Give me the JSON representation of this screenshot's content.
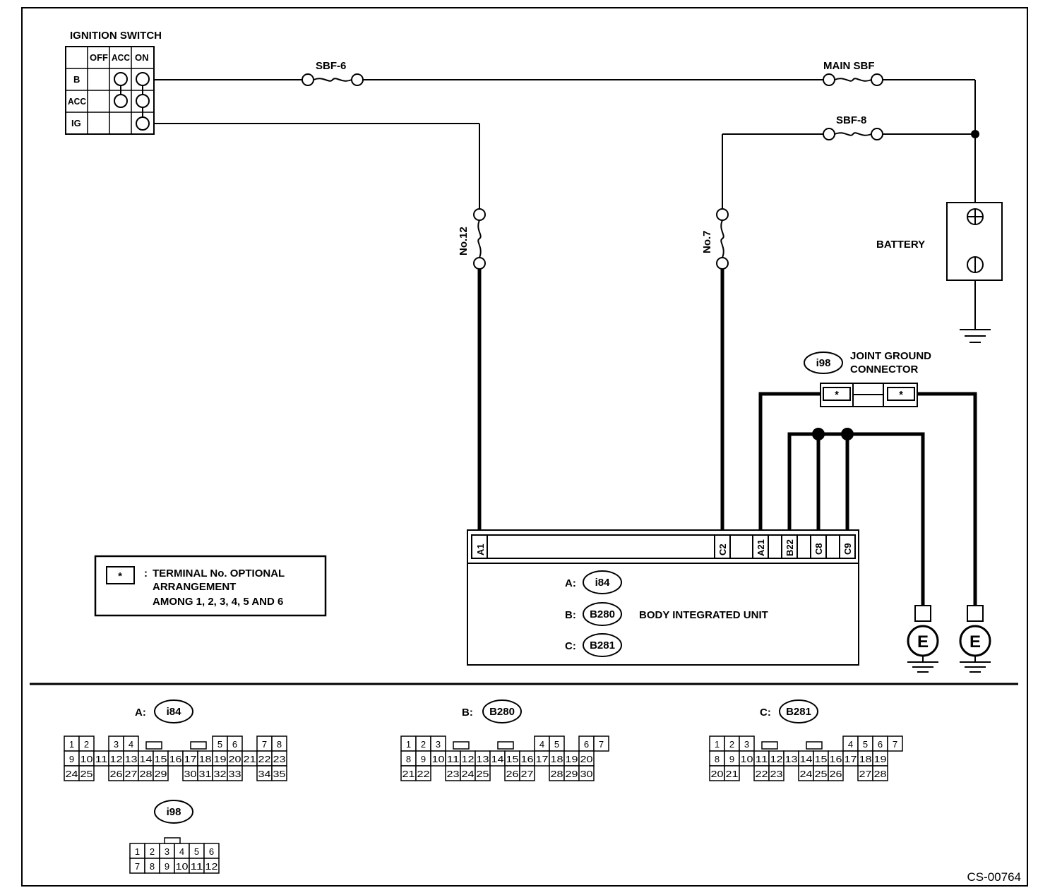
{
  "ignition_switch": {
    "title": "IGNITION SWITCH",
    "columns": [
      "OFF",
      "ACC",
      "ON"
    ],
    "rows": [
      "B",
      "ACC",
      "IG"
    ]
  },
  "fuses": {
    "sbf6": "SBF-6",
    "main_sbf": "MAIN SBF",
    "sbf8": "SBF-8",
    "no12": "No.12",
    "no7": "No.7"
  },
  "battery": {
    "label": "BATTERY"
  },
  "joint_ground": {
    "connector_id": "i98",
    "line1": "JOINT GROUND",
    "line2": "CONNECTOR",
    "pin_mark": "*"
  },
  "body_unit": {
    "terminals": [
      "A1",
      "C2",
      "A21",
      "B22",
      "C8",
      "C9"
    ],
    "connectors": [
      {
        "prefix": "A:",
        "id": "i84"
      },
      {
        "prefix": "B:",
        "id": "B280"
      },
      {
        "prefix": "C:",
        "id": "B281"
      }
    ],
    "name": "BODY INTEGRATED UNIT"
  },
  "ground": {
    "symbol": "E"
  },
  "note": {
    "mark": "*",
    "colon": ":",
    "line1": "TERMINAL No. OPTIONAL",
    "line2": "ARRANGEMENT",
    "line3": "AMONG 1, 2, 3, 4, 5 AND 6"
  },
  "pinouts": {
    "a": {
      "prefix": "A:",
      "id": "i84",
      "rows": [
        [
          "1",
          "2",
          "",
          "3",
          "4",
          "",
          "",
          "",
          "",
          "",
          "5",
          "6",
          "",
          "7",
          "8"
        ],
        [
          "9",
          "10",
          "11",
          "12",
          "13",
          "14",
          "15",
          "16",
          "17",
          "18",
          "19",
          "20",
          "21",
          "22",
          "23"
        ],
        [
          "24",
          "25",
          "",
          "26",
          "27",
          "28",
          "29",
          "",
          "30",
          "31",
          "32",
          "33",
          "",
          "34",
          "35"
        ]
      ]
    },
    "b": {
      "prefix": "B:",
      "id": "B280",
      "rows": [
        [
          "1",
          "2",
          "3",
          "",
          "",
          "",
          "",
          "",
          "",
          "4",
          "5",
          "",
          "6",
          "7"
        ],
        [
          "8",
          "9",
          "10",
          "11",
          "12",
          "13",
          "14",
          "15",
          "16",
          "17",
          "18",
          "19",
          "20"
        ],
        [
          "21",
          "22",
          "",
          "23",
          "24",
          "25",
          "",
          "26",
          "27",
          "",
          "28",
          "29",
          "30"
        ]
      ]
    },
    "c": {
      "prefix": "C:",
      "id": "B281",
      "rows": [
        [
          "1",
          "2",
          "3",
          "",
          "",
          "",
          "",
          "",
          "",
          "4",
          "5",
          "6",
          "7"
        ],
        [
          "8",
          "9",
          "10",
          "11",
          "12",
          "13",
          "14",
          "15",
          "16",
          "17",
          "18",
          "19"
        ],
        [
          "20",
          "21",
          "",
          "22",
          "23",
          "",
          "24",
          "25",
          "26",
          "",
          "27",
          "28"
        ]
      ]
    },
    "j": {
      "id": "i98",
      "rows": [
        [
          "1",
          "2",
          "3",
          "4",
          "5",
          "6"
        ],
        [
          "7",
          "8",
          "9",
          "10",
          "11",
          "12"
        ]
      ]
    }
  },
  "code": "CS-00764"
}
